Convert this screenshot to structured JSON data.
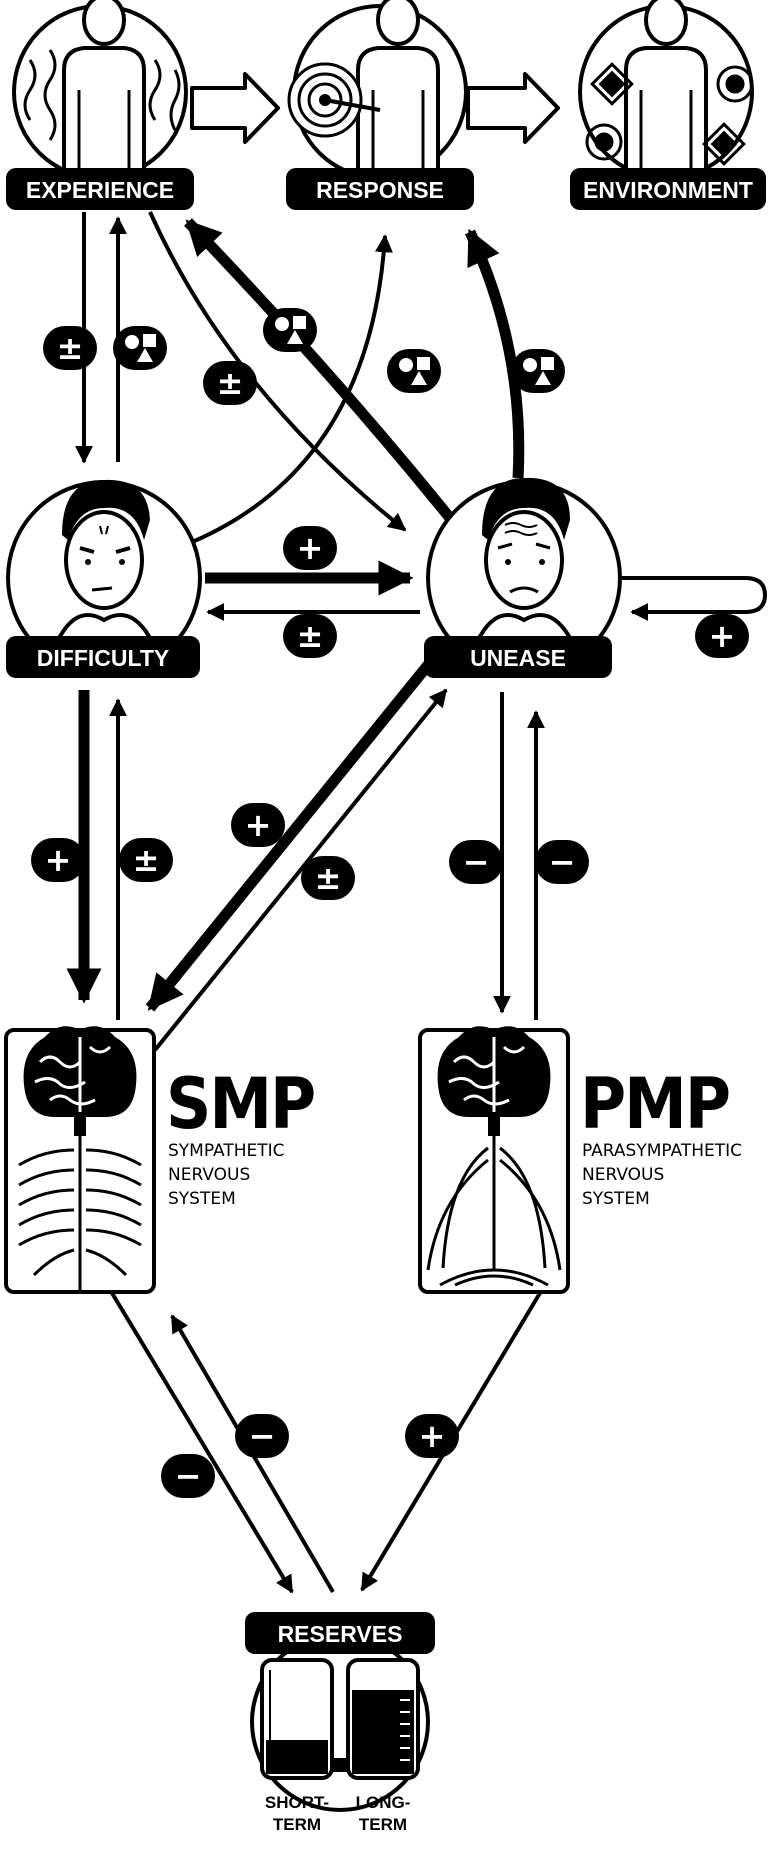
{
  "nodes": {
    "experience": "EXPERIENCE",
    "response": "RESPONSE",
    "environment": "ENVIRONMENT",
    "difficulty": "DIFFICULTY",
    "unease": "UNEASE",
    "reserves": "RESERVES"
  },
  "systems": {
    "smp": {
      "abbr": "SMP",
      "line1": "SYMPATHETIC",
      "line2": "NERVOUS",
      "line3": "SYSTEM"
    },
    "pmp": {
      "abbr": "PMP",
      "line1": "PARASYMPATHETIC",
      "line2": "NERVOUS",
      "line3": "SYSTEM"
    }
  },
  "reserves": {
    "short_line1": "SHORT-",
    "short_line2": "TERM",
    "long_line1": "LONG-",
    "long_line2": "TERM"
  },
  "signs": {
    "exp_to_diff": "±",
    "diff_to_exp": "shapes",
    "exp_to_unease": "±",
    "unease_to_exp": "shapes",
    "diff_to_response": "shapes",
    "unease_to_response": "shapes",
    "diff_to_unease": "+",
    "unease_to_diff": "±",
    "external_to_unease": "+",
    "diff_to_smp": "+",
    "smp_to_diff": "±",
    "unease_to_smp": "+",
    "smp_to_unease": "±",
    "unease_to_pmp": "−",
    "pmp_to_unease": "−",
    "smp_to_reserves": "−",
    "reserves_to_smp": "−",
    "pmp_to_reserves": "+"
  }
}
